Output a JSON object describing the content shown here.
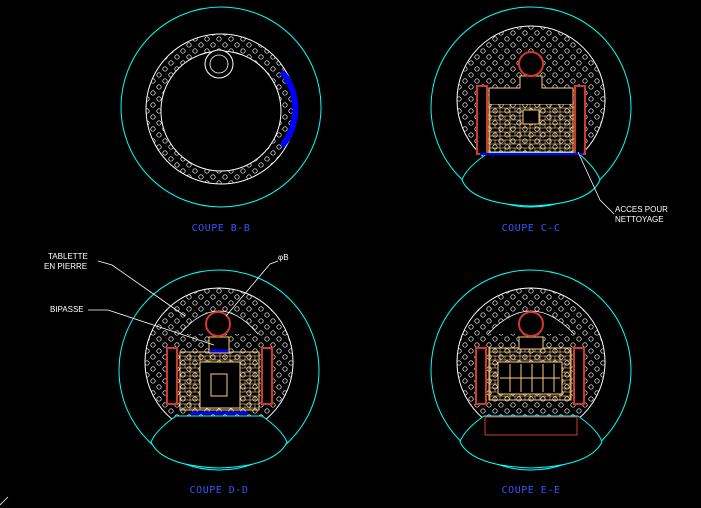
{
  "colors": {
    "background": "#000000",
    "outline_cyan": "#00ffff",
    "fill_white": "#ffffff",
    "blue": "#0000ff",
    "brick": "#ffcc77",
    "red": "#d03a2a",
    "caption_blue": "#3355ff"
  },
  "sections": [
    {
      "caption": "COUPE B-B"
    },
    {
      "caption": "COUPE C-C"
    },
    {
      "caption": "COUPE D-D"
    },
    {
      "caption": "COUPE E-E"
    }
  ],
  "annotations": {
    "acces": "ACCES POUR",
    "nettoyage": "NETTOYAGE",
    "tablette1": "TABLETTE",
    "tablette2": "EN PIERRE",
    "bipasse": "BIPASSE",
    "diameter": "φB"
  }
}
